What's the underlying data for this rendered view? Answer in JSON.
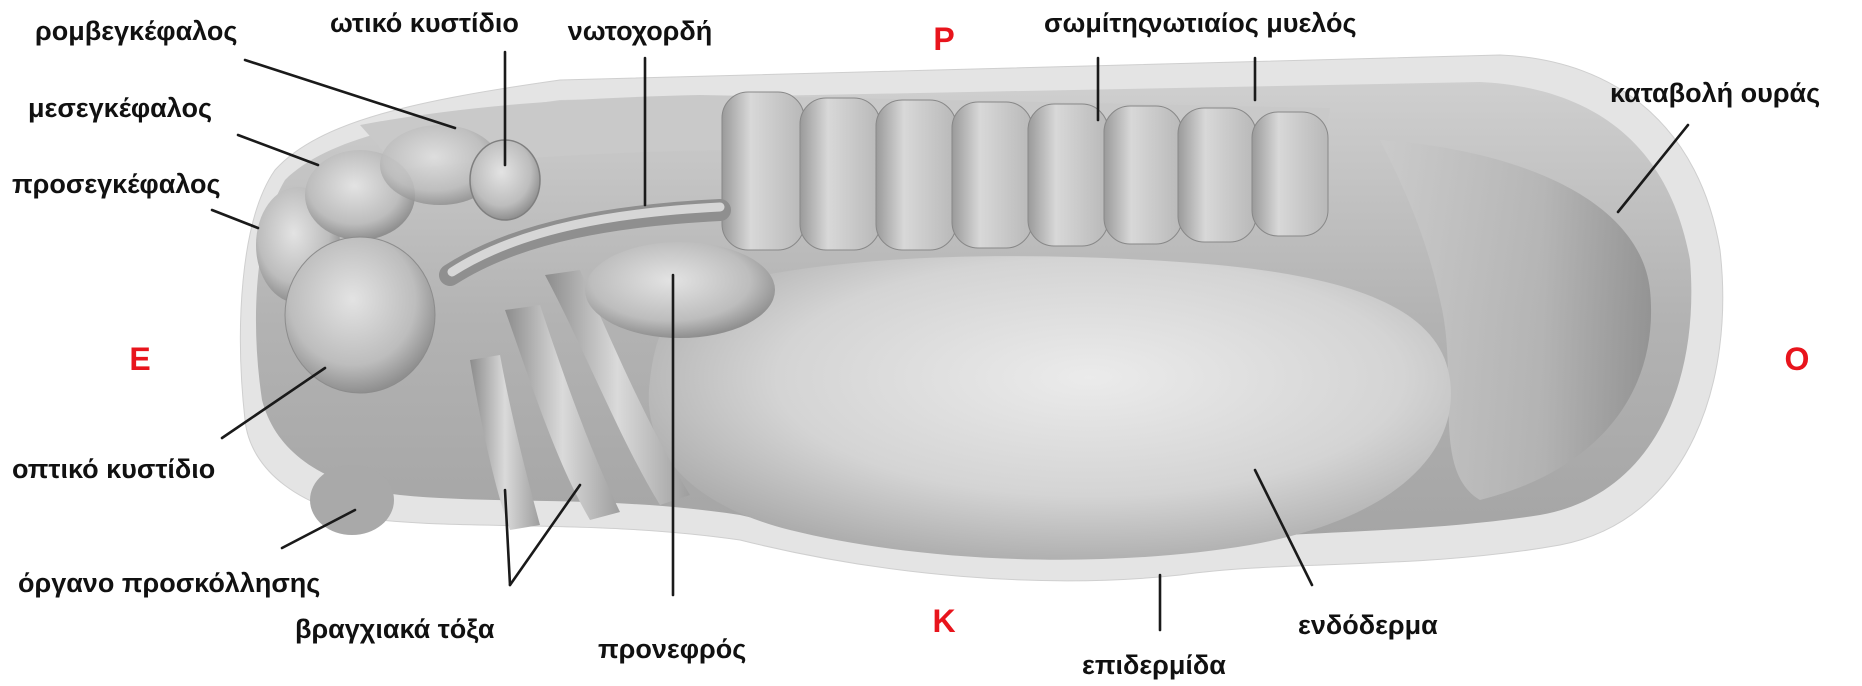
{
  "labels": {
    "rhombencephalon": "ρομβεγκέφαλος",
    "otic_vesicle": "ωτικό κυστίδιο",
    "notochord": "νωτοχορδή",
    "somite": "σωμίτης",
    "spinal_cord": "νωτιαίος μυελός",
    "mesencephalon": "μεσεγκέφαλος",
    "tail_bud": "καταβολή ουράς",
    "prosencephalon": "προσεγκέφαλος",
    "optic_vesicle": "οπτικό κυστίδιο",
    "adhesive_organ": "όργανο προσκόλλησης",
    "branchial_arches": "βραγχιακά  τόξα",
    "pronephros": "προνεφρός",
    "epidermis": "επιδερμίδα",
    "endoderm": "ενδόδερμα"
  },
  "orientation": {
    "dorsal": "Ρ",
    "ventral": "Κ",
    "anterior": "Ε",
    "posterior": "Ο"
  },
  "colors": {
    "orientation_label": "#e8141c",
    "label_text": "#111111",
    "leader_line": "#1a1a1a",
    "outer_jelly": "#e4e4e4",
    "embryo_body": "#b9b9b9",
    "yolk": "#d2d2d2",
    "adhesive_organ": "#a9a9a9"
  }
}
